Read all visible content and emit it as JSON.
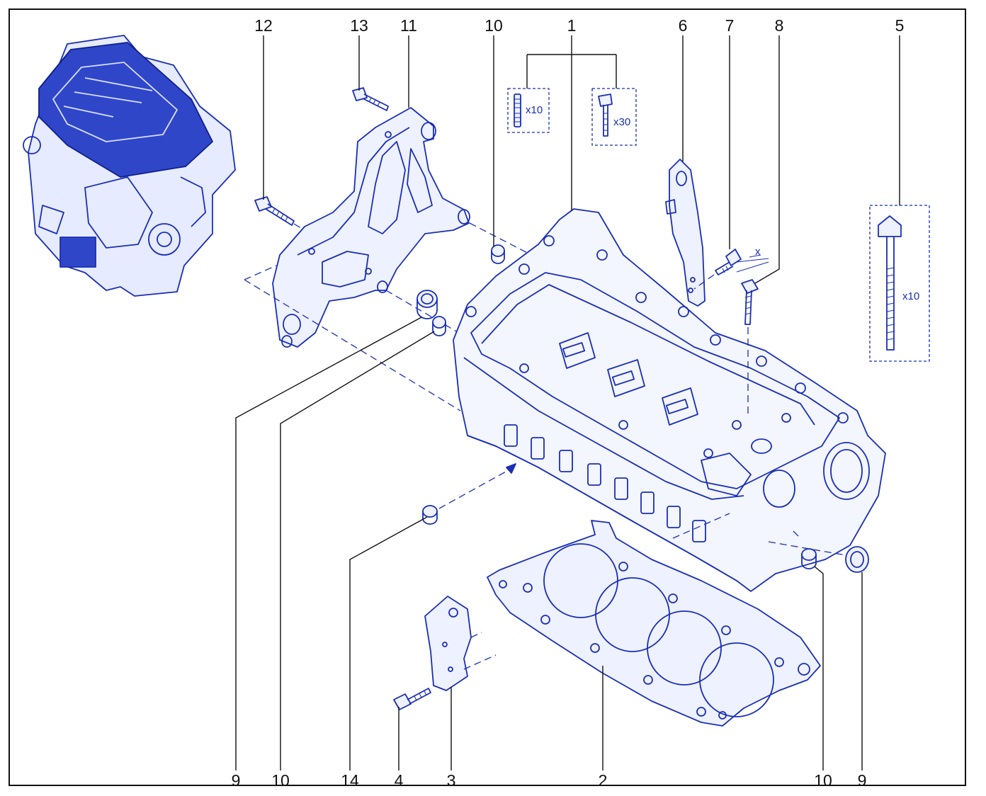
{
  "callouts": {
    "top": [
      "12",
      "13",
      "11",
      "10",
      "1",
      "6",
      "7",
      "8",
      "5"
    ],
    "bottom": [
      "9",
      "10",
      "14",
      "4",
      "3",
      "2",
      "10",
      "9"
    ]
  },
  "multipliers": {
    "studs": "x10",
    "small_bolts": "x30",
    "head_bolts": "x10"
  },
  "dimension_label": "x",
  "colors": {
    "line": "#1a2fb5",
    "text": "#111111",
    "frame": "#111111"
  },
  "icons": [
    "engine-assembly-thumbnail",
    "cylinder-head",
    "head-gasket",
    "engine-mount-bracket",
    "lifting-eye",
    "bolt",
    "stud",
    "dowel",
    "seal"
  ]
}
